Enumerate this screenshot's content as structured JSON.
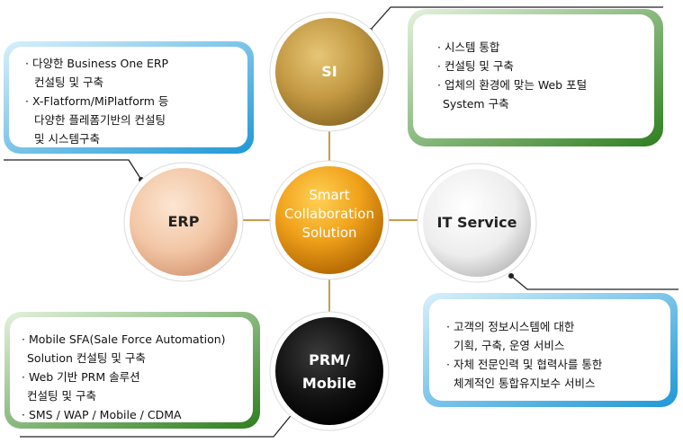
{
  "center": {
    "lines": [
      "Smart",
      "Collaboration",
      "Solution"
    ]
  },
  "nodes": {
    "si": {
      "label": "SI"
    },
    "erp": {
      "label": "ERP"
    },
    "it_service": {
      "label": "IT Service"
    },
    "prm": {
      "lines": [
        "PRM/",
        "Mobile"
      ]
    }
  },
  "boxes": {
    "erp": {
      "lines": [
        "· 다양한 Business One ERP",
        "컨설팅 및 구축",
        "· X-Flatform/MiPlatform 등",
        "다양한 플레폼기반의 컨설팅",
        "및 시스템구축"
      ]
    },
    "si": {
      "lines": [
        "· 시스템 통합",
        "· 컨설팅 및 구축",
        "· 업체의 환경에 맞는 Web 포털",
        "System 구축"
      ]
    },
    "it_service": {
      "lines": [
        "· 고객의 정보시스템에 대한",
        "기획, 구축, 운영 서비스",
        "· 자체 전문인력 및 협력사를 통한",
        "체계적인 통합유지보수 서비스"
      ]
    },
    "prm": {
      "lines": [
        "· Mobile SFA(Sale Force Automation)",
        "Solution 컨설팅 및 구축",
        "· Web 기반 PRM 솔루션",
        "컨설팅 및 구축",
        "· SMS / WAP / Mobile / CDMA"
      ]
    }
  },
  "colors": {
    "si": "#b8913a",
    "erp": "#f0c5a3",
    "it_service": "#e8e8e8",
    "prm": "#111111",
    "center": "#e59a10",
    "blue_frame": "#39a7dd",
    "green_frame": "#3e8d2c"
  }
}
